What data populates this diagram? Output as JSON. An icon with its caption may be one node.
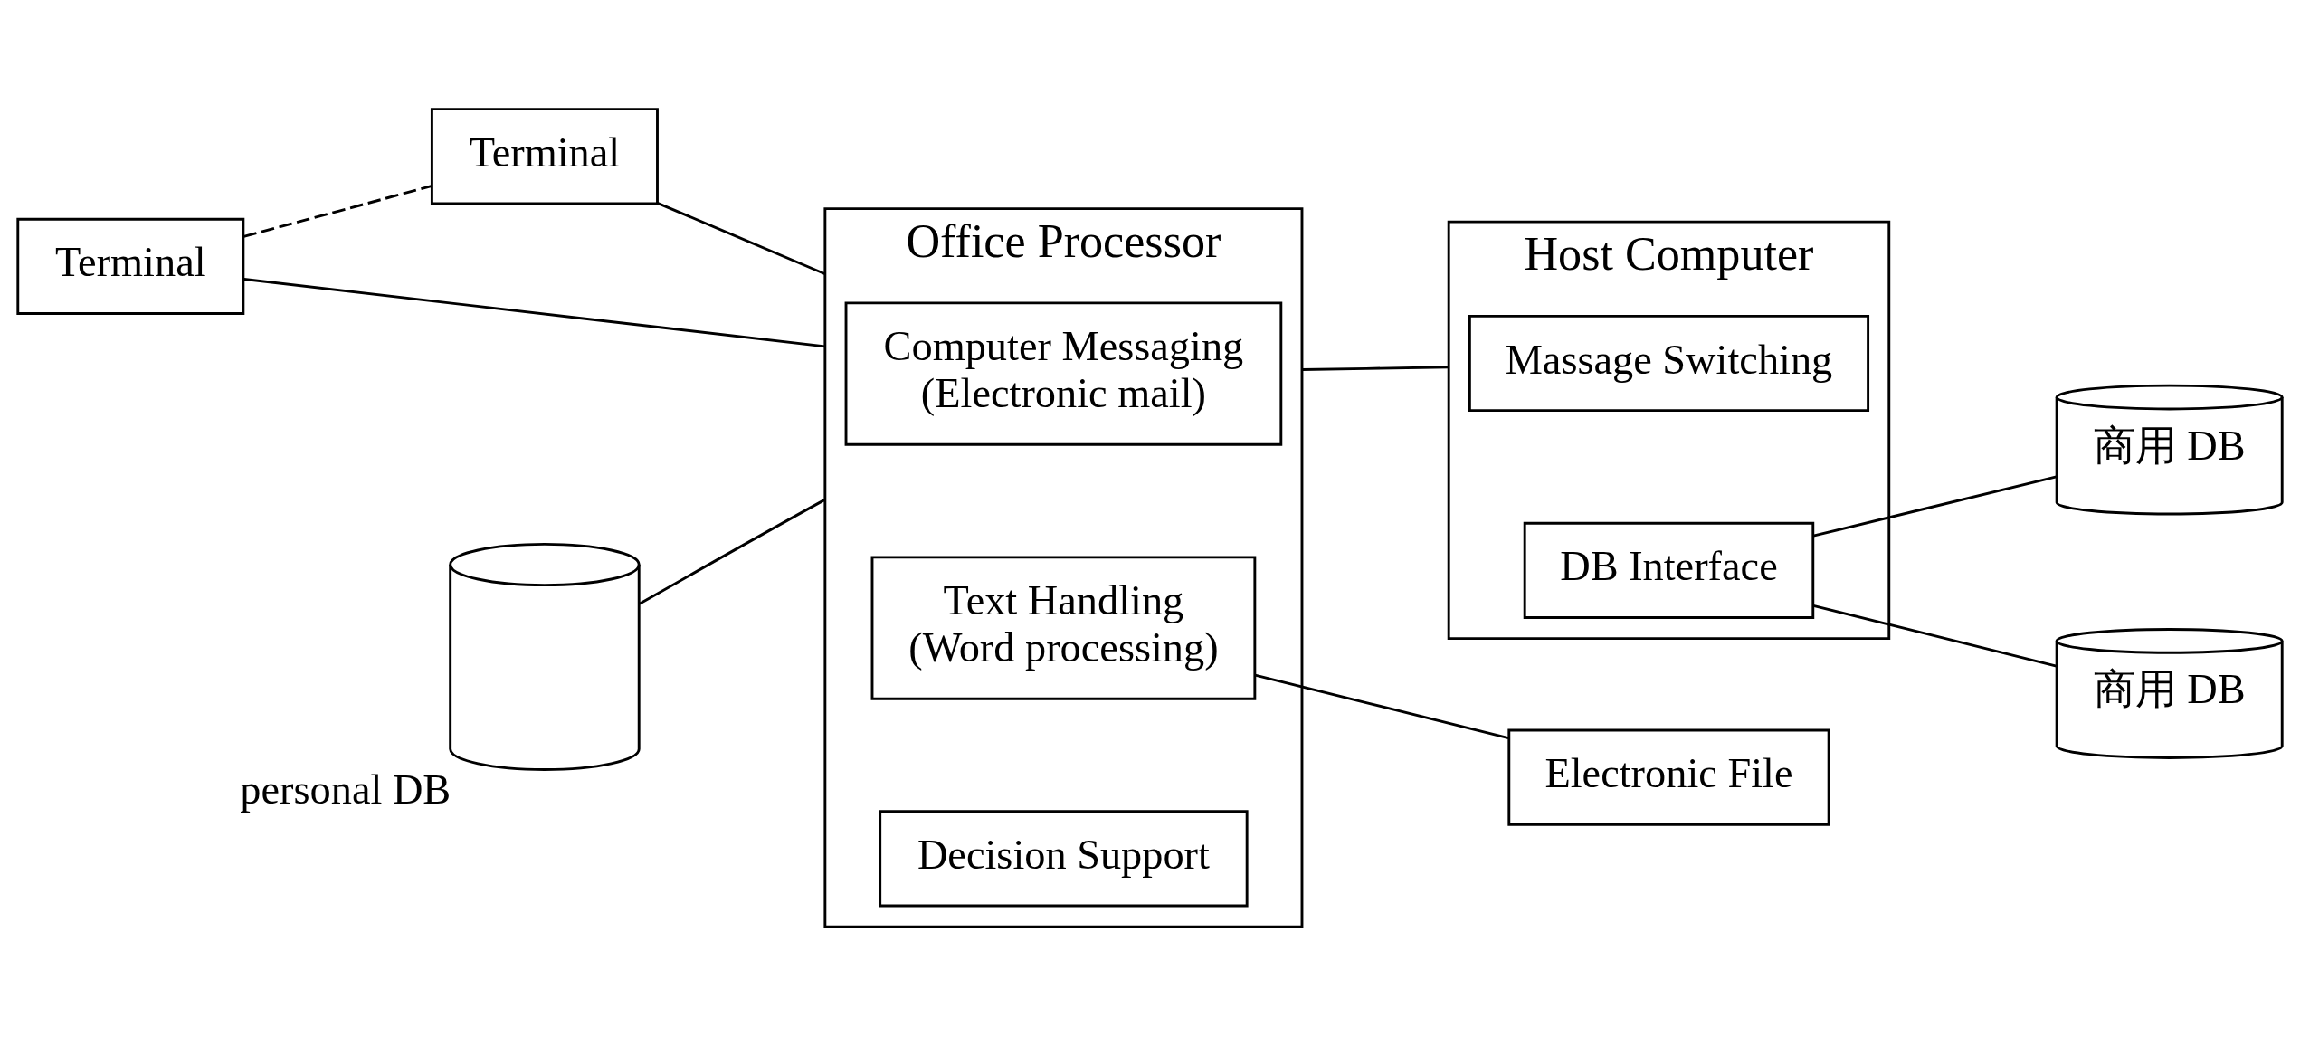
{
  "diagram": {
    "nodes": [
      {
        "text": [
          "Terminal"
        ]
      },
      {
        "text": [
          "Terminal"
        ]
      },
      {
        "text": [],
        "shape": "cylinder",
        "beside": [
          "personal DB"
        ]
      },
      {
        "text": [
          "Office Processor"
        ]
      },
      {
        "text": [
          "Computer Messaging",
          "(Electronic mail)"
        ],
        "in": 3
      },
      {
        "text": [
          "Text Handling",
          "(Word processing)"
        ],
        "in": 3
      },
      {
        "text": [
          "Decision Support"
        ],
        "in": 3
      },
      {
        "text": [
          "Electronic File"
        ]
      },
      {
        "text": [
          "Host Computer"
        ]
      },
      {
        "text": [
          "Massage Switching"
        ],
        "in": 8
      },
      {
        "text": [
          "DB Interface"
        ],
        "in": 8
      },
      {
        "text": [
          "商用 DB"
        ]
      },
      {
        "text": [
          "商用 DB"
        ]
      }
    ],
    "edges": [
      {
        "from": 0,
        "to": 1,
        "arrow": "none",
        "style": "dashed"
      },
      {
        "from": 0,
        "to": 3,
        "arrow": "none"
      },
      {
        "from": 1,
        "to": 3,
        "arrow": "none"
      },
      {
        "from": 2,
        "to": 3,
        "arrow": "none"
      },
      {
        "from": 5,
        "to": 7,
        "arrow": "none"
      },
      {
        "from": 3,
        "to": 8,
        "arrow": "none"
      },
      {
        "from": 10,
        "to": 11,
        "arrow": "none"
      },
      {
        "from": 10,
        "to": 12,
        "arrow": "none"
      }
    ]
  }
}
